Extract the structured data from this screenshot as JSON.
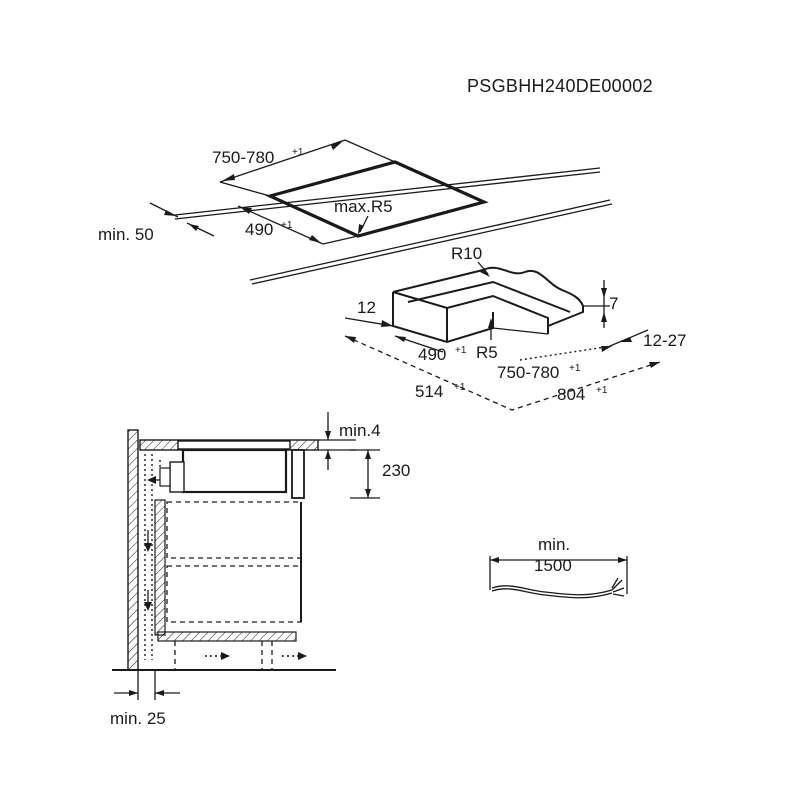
{
  "document_code": "PSGBHH240DE00002",
  "cutout": {
    "width_label": "750-780",
    "width_tol": "+1",
    "depth_label": "490",
    "depth_tol": "+1",
    "edge_label": "min. 50",
    "radius_label": "max.R5"
  },
  "frame": {
    "radius_outer": "R10",
    "radius_inner": "R5",
    "frame_width": "12",
    "step_height": "7",
    "worktop_range": "12-27",
    "inner_depth": "490",
    "inner_depth_tol": "+1",
    "inner_width": "750-780",
    "inner_width_tol": "+1",
    "outer_depth": "514",
    "outer_depth_tol": "+1",
    "outer_width": "804",
    "outer_width_tol": "+1"
  },
  "section": {
    "gap_top": "min.4",
    "height": "230",
    "wall_gap": "min. 25"
  },
  "cable": {
    "label_top": "min.",
    "label_bottom": "1500"
  },
  "colors": {
    "ink": "#1a1a1a",
    "background": "#ffffff"
  }
}
